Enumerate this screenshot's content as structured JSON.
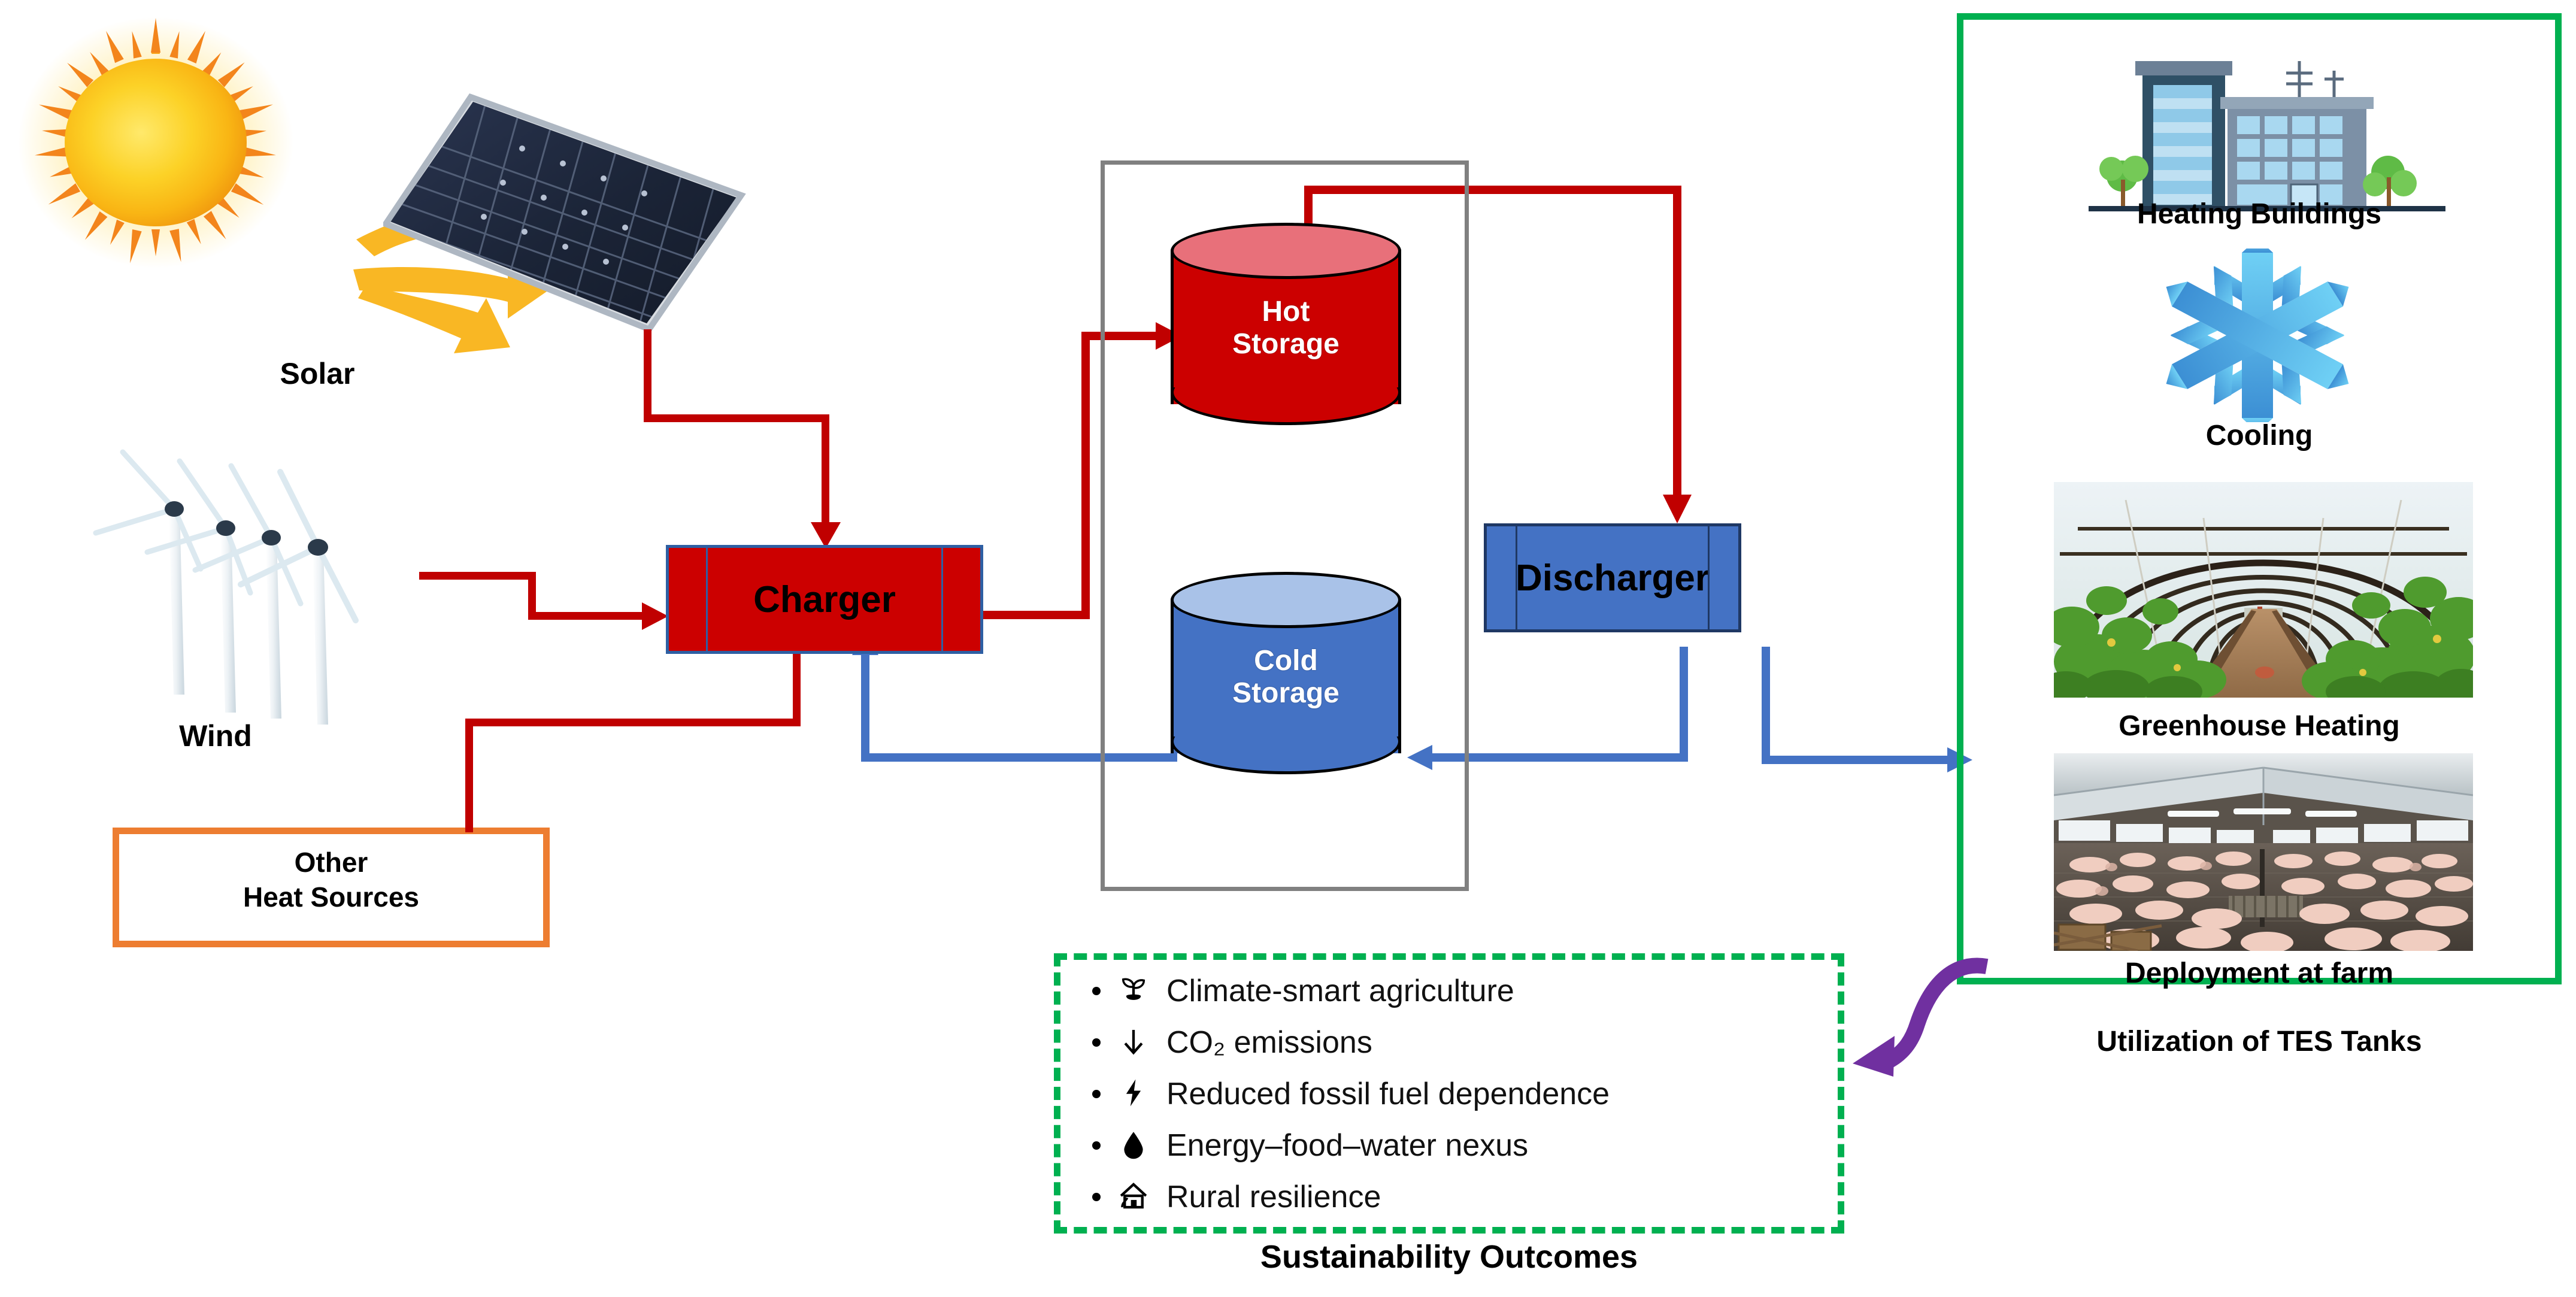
{
  "sources": {
    "solar": {
      "label": "Solar",
      "icon": "sun-icon",
      "panel_icon": "solar-panel-icon"
    },
    "wind": {
      "label": "Wind",
      "icon": "wind-turbines-icon"
    },
    "other": {
      "label_line1": "Other",
      "label_line2": "Heat Sources",
      "border_color": "#ED7D31"
    }
  },
  "process": {
    "charger": {
      "label": "Charger",
      "fill": "#CC0000",
      "border": "#2E5FA3"
    },
    "discharger": {
      "label": "Discharger",
      "fill": "#4472C4",
      "border": "#1F3864"
    }
  },
  "tes": {
    "enclosure_color": "#808080",
    "hot": {
      "line1": "Hot",
      "line2": "Storage",
      "body_color": "#CC0000",
      "top_color": "#E8707A"
    },
    "cold": {
      "line1": "Cold",
      "line2": "Storage",
      "body_color": "#4472C4",
      "top_color": "#A9C2E8"
    }
  },
  "utilization": {
    "caption": "Utilization of TES Tanks",
    "border_color": "#00B050",
    "items": [
      {
        "label": "Heating Buildings",
        "icon": "office-building-icon"
      },
      {
        "label": "Cooling",
        "icon": "snowflake-icon"
      },
      {
        "label": "Greenhouse Heating",
        "icon": "greenhouse-photo"
      },
      {
        "label": "Deployment at farm",
        "icon": "pig-barn-photo"
      }
    ]
  },
  "outcomes": {
    "caption": "Sustainability Outcomes",
    "border_color": "#00B050",
    "items": [
      {
        "icon": "seedling-icon",
        "glyph": "⸙",
        "label": "Climate-smart agriculture"
      },
      {
        "icon": "down-arrow-icon",
        "glyph": "↓",
        "label": "CO₂ emissions"
      },
      {
        "icon": "lightning-bolt-icon",
        "glyph": "⚡",
        "label": "Reduced fossil fuel dependence"
      },
      {
        "icon": "water-droplet-icon",
        "glyph": "●",
        "label": "Energy–food–water nexus"
      },
      {
        "icon": "house-icon",
        "glyph": "⌂",
        "label": "Rural resilience"
      }
    ]
  },
  "colors": {
    "hot_flow": "#C00000",
    "cold_flow": "#4472C4",
    "accent_green": "#00B050",
    "accent_orange": "#ED7D31",
    "purple_arrow": "#7030A0",
    "enclosure_gray": "#808080"
  }
}
